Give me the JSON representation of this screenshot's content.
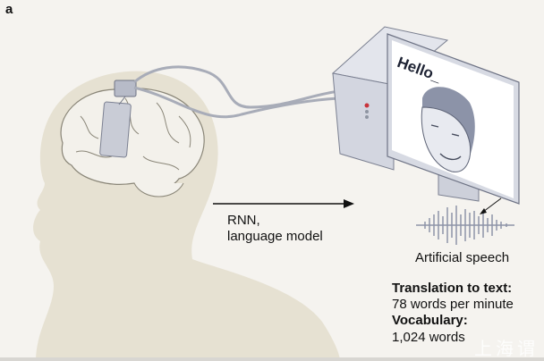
{
  "panel_label": "a",
  "screen_text": "Hello_",
  "arrow_label": {
    "line1": "RNN,",
    "line2": "language model"
  },
  "speech_label": "Artificial speech",
  "stats": {
    "translation_heading": "Translation to text:",
    "translation_value": "78 words per minute",
    "vocabulary_heading": "Vocabulary:",
    "vocabulary_value": "1,024 words"
  },
  "watermark": "上海谓",
  "colors": {
    "background": "#f5f3ef",
    "head": "#e5e0d1",
    "device": "#d5d8e2",
    "face": "#8c93a8"
  }
}
